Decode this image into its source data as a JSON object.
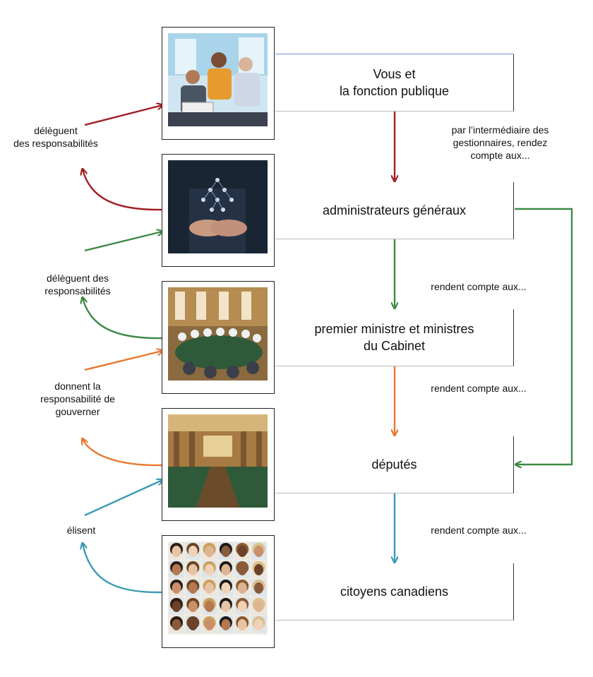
{
  "boxes": {
    "public_service": "Vous et\nla fonction publique",
    "deputy_heads": "administrateurs généraux",
    "ministers": "premier ministre et ministres\ndu Cabinet",
    "mps": "députés",
    "citizens": "citoyens canadiens"
  },
  "right_labels": {
    "via_managers": "par l’intermédiaire des\ngestionnaires, rendez\ncompte aux...",
    "accountable_1": "rendent compte aux...",
    "accountable_2": "rendent compte aux...",
    "accountable_3": "rendent compte aux..."
  },
  "left_labels": {
    "delegate_1": "délèguent\ndes responsabilités",
    "delegate_2": "délèguent des\nresponsabilités",
    "govern": "donnent la\nresponsabilité de\ngouverner",
    "elect": "élisent"
  },
  "photos": [
    "office-team-photo",
    "network-hands-photo",
    "cabinet-meeting-photo",
    "house-of-commons-photo",
    "citizens-faces-photo"
  ],
  "colors": {
    "red": "#a01e22",
    "green": "#3d8a47",
    "orange": "#e8772e",
    "teal": "#3a9bb3",
    "blue": "#4472c4"
  }
}
